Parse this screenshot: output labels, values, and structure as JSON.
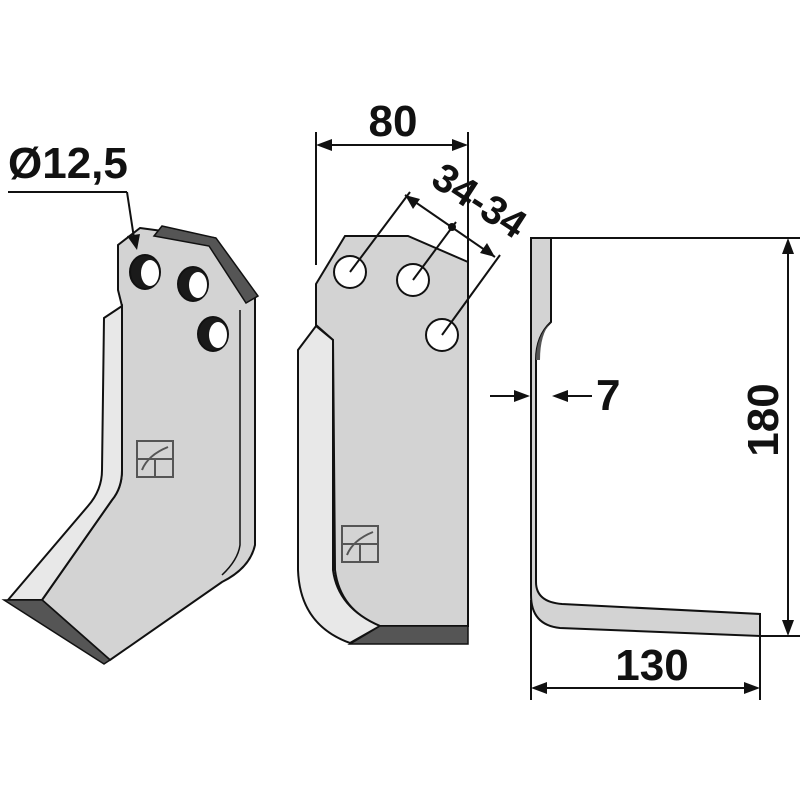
{
  "drawing": {
    "colors": {
      "line": "#111111",
      "blade_body": "#d3d3d3",
      "blade_light": "#e8e8e8",
      "blade_edge": "#555555",
      "hole_fill": "#ffffff",
      "hole_dark": "#1a1a1a",
      "background": "#ffffff"
    },
    "dimensions": {
      "hole_diameter": "Ø12,5",
      "bolt_width": "80",
      "hole_spacing": "34-34",
      "thickness": "7",
      "height": "180",
      "length": "130"
    },
    "marks": {
      "maker_logo": "square-logo-icon"
    }
  }
}
